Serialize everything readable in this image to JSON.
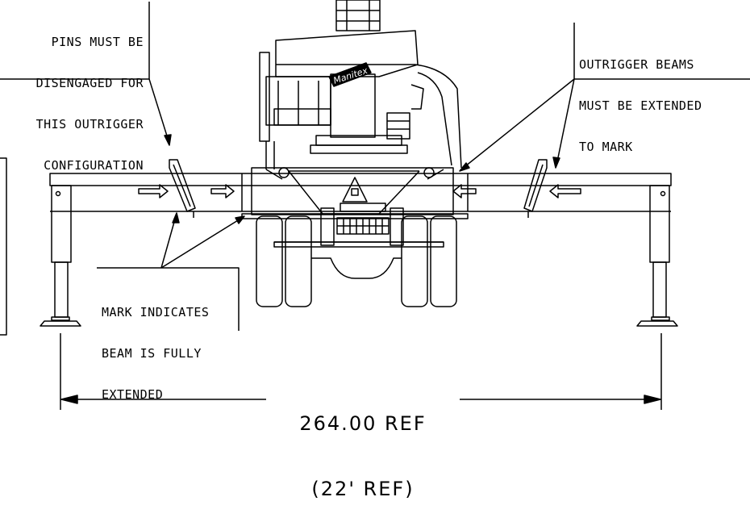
{
  "callouts": {
    "pins_note": [
      "PINS MUST BE",
      "DISENGAGED FOR",
      "THIS OUTRIGGER",
      "CONFIGURATION"
    ],
    "beams_note": [
      "OUTRIGGER BEAMS",
      "MUST BE EXTENDED",
      "TO MARK"
    ],
    "mark_note": [
      "MARK INDICATES",
      "BEAM IS FULLY",
      "EXTENDED"
    ]
  },
  "dimension": {
    "primary": "264.00 REF",
    "secondary": "(22' REF)"
  },
  "logo_text": "Manitex",
  "colors": {
    "line": "#000000",
    "background": "#ffffff"
  }
}
